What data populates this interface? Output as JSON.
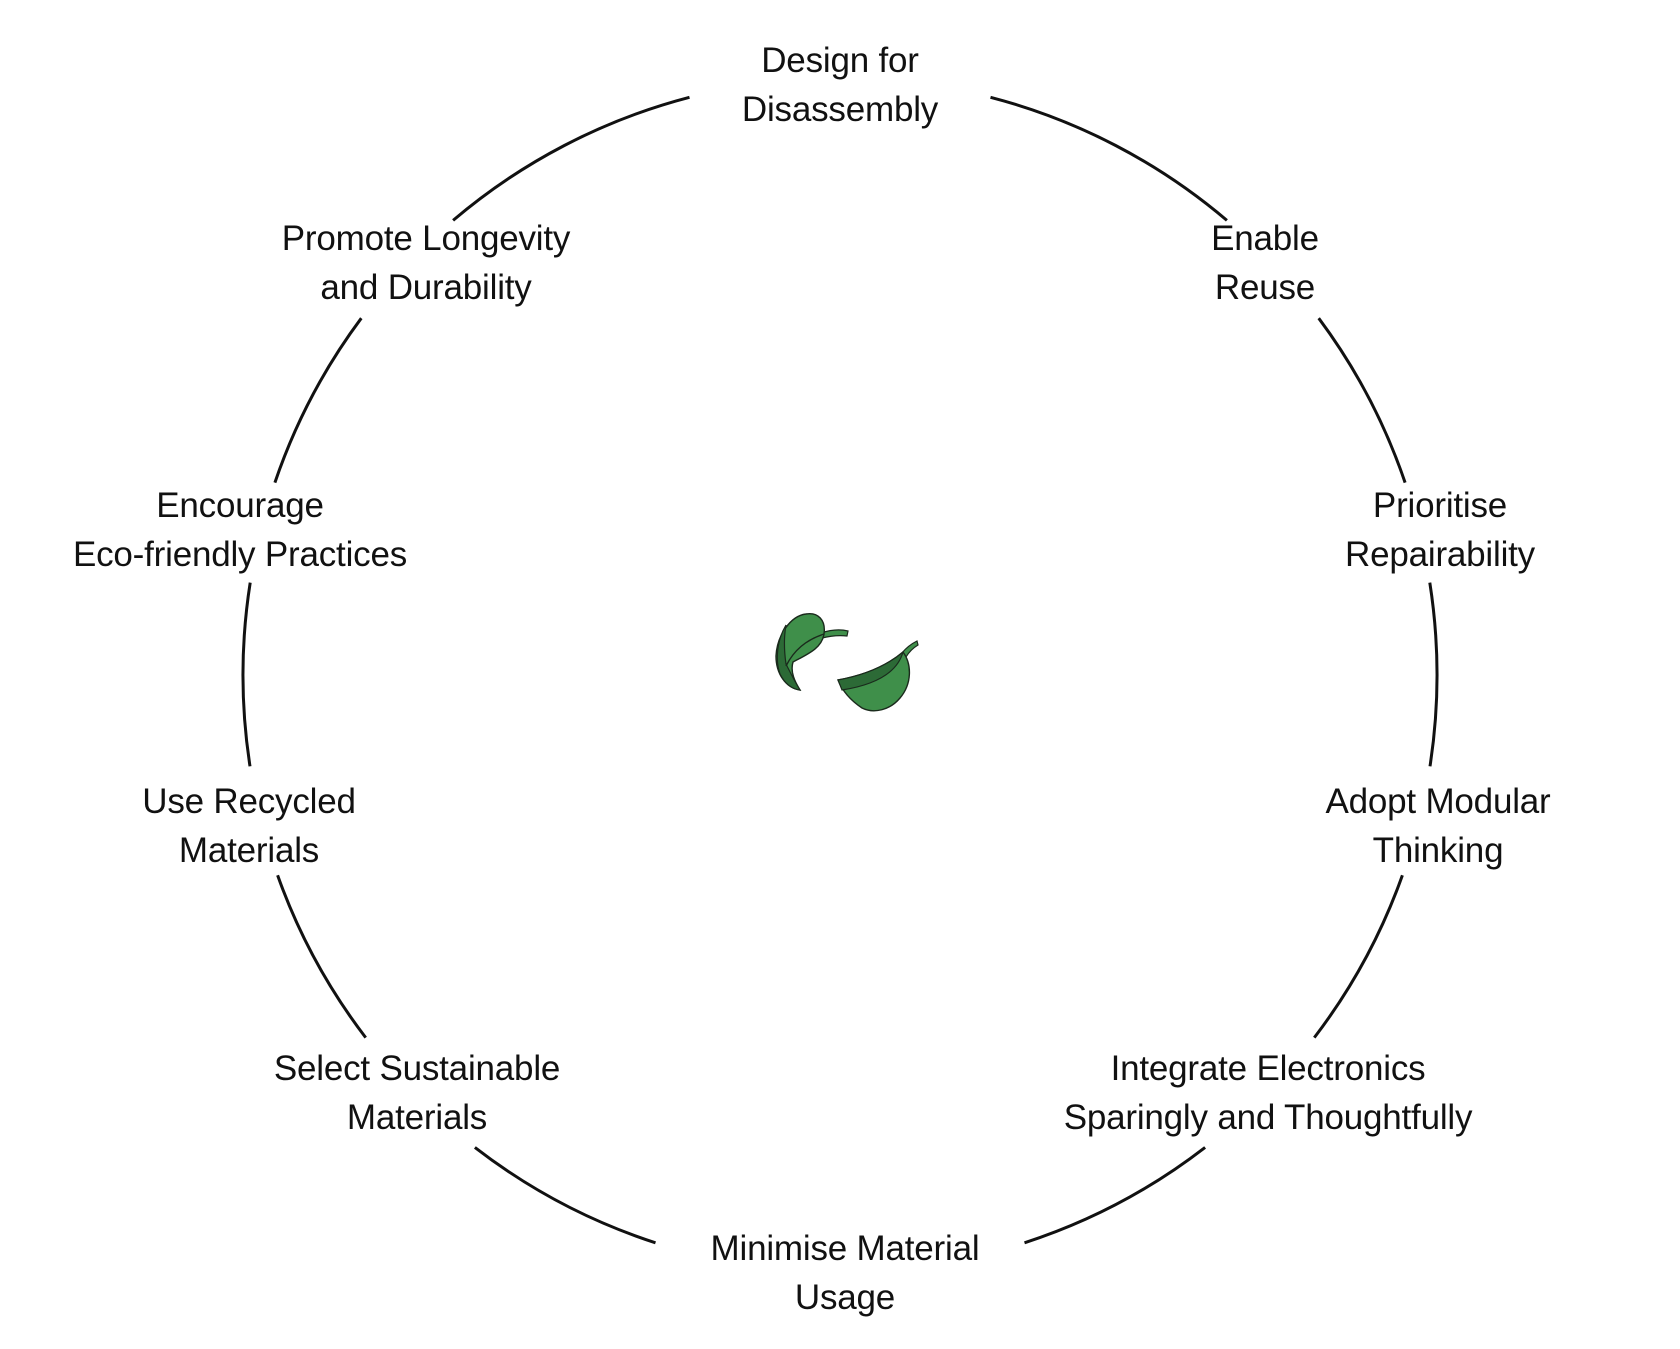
{
  "diagram": {
    "type": "circular-cycle",
    "center_icon": "leaves-icon",
    "colors": {
      "ring": "#111111",
      "text": "#111111",
      "leaf_light": "#3f8f4a",
      "leaf_dark": "#2c6a36",
      "leaf_outline": "#1a2a1c"
    },
    "nodes": [
      {
        "id": "design-for-disassembly",
        "lines": [
          "Design for",
          "Disassembly"
        ]
      },
      {
        "id": "enable-reuse",
        "lines": [
          "Enable",
          "Reuse"
        ]
      },
      {
        "id": "prioritise-repairability",
        "lines": [
          "Prioritise",
          "Repairability"
        ]
      },
      {
        "id": "adopt-modular-thinking",
        "lines": [
          "Adopt Modular",
          "Thinking"
        ]
      },
      {
        "id": "integrate-electronics",
        "lines": [
          "Integrate Electronics",
          "Sparingly and Thoughtfully"
        ]
      },
      {
        "id": "minimise-material-usage",
        "lines": [
          "Minimise Material",
          "Usage"
        ]
      },
      {
        "id": "select-sustainable-materials",
        "lines": [
          "Select Sustainable",
          "Materials"
        ]
      },
      {
        "id": "use-recycled-materials",
        "lines": [
          "Use Recycled",
          "Materials"
        ]
      },
      {
        "id": "encourage-eco-friendly-practices",
        "lines": [
          "Encourage",
          "Eco-friendly Practices"
        ]
      },
      {
        "id": "promote-longevity-and-durability",
        "lines": [
          "Promote Longevity",
          "and Durability"
        ]
      }
    ]
  }
}
